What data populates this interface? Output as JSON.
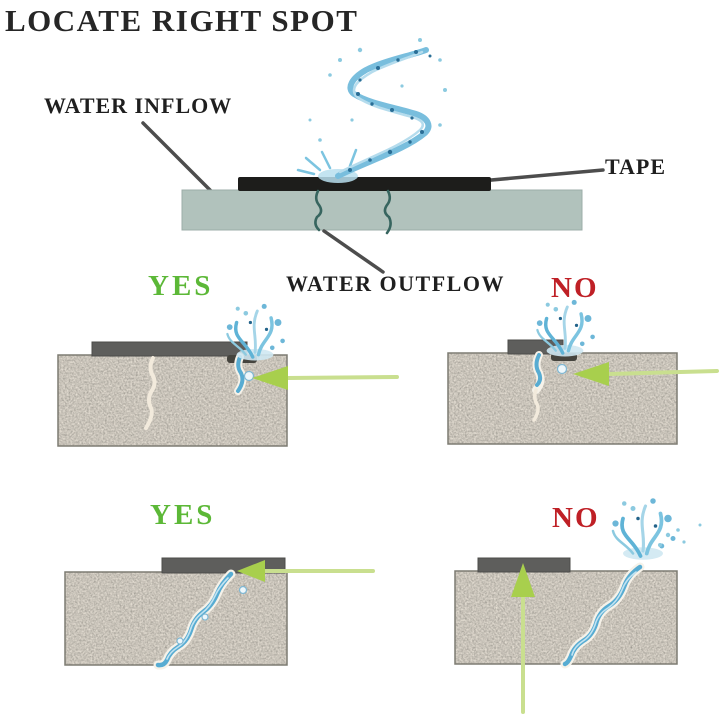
{
  "title": "LOCATE RIGHT SPOT",
  "top_diagram": {
    "water_inflow_label": "WATER INFLOW",
    "tape_label": "TAPE",
    "water_outflow_label": "WATER OUTFLOW"
  },
  "panels": [
    {
      "verdict": "YES"
    },
    {
      "verdict": "NO"
    },
    {
      "verdict": "YES"
    },
    {
      "verdict": "NO"
    }
  ],
  "colors": {
    "title-ink": "#262626",
    "label-ink": "#1f1f1f",
    "yes-green": "#5cb837",
    "no-red": "#bf2026",
    "arrow-green": "#a8cf4d",
    "arrow-tail": "#c9df8f",
    "slab": "#b1c2bc",
    "tape-dark": "#1d1d1b",
    "tape-gray": "#5e5e5c",
    "water-light": "#a9d8ea",
    "water-mid": "#6db7d8",
    "water-deep": "#2e7fa8",
    "crack-teal": "#37655f",
    "leader-line": "#4d4d4d"
  }
}
